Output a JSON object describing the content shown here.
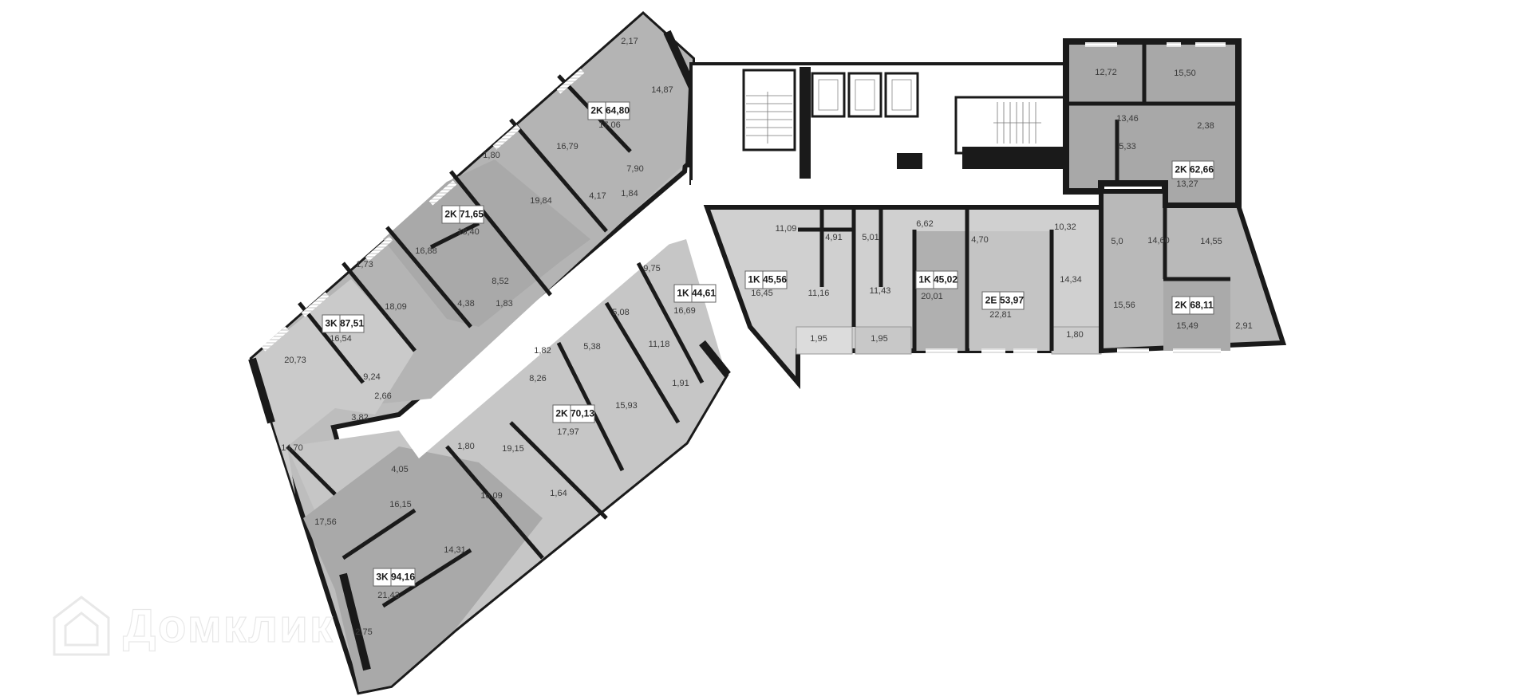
{
  "plan": {
    "colors": {
      "wall": "#1a1a1a",
      "room_dark": "#a8a8a8",
      "room_mid": "#b8b8b8",
      "room_light": "#d2d2d2",
      "corridor": "#ffffff",
      "window": "#f2f2f2"
    },
    "apartments": [
      {
        "type": "2K",
        "area": "64,80",
        "rooms": [
          "17,06",
          "14,87",
          "16,79",
          "7,90",
          "4,17",
          "1,84",
          "2,17"
        ]
      },
      {
        "type": "2K",
        "area": "71,65",
        "rooms": [
          "18,40",
          "19,84",
          "16,88",
          "8,52",
          "4,38",
          "1,83",
          "1,80"
        ]
      },
      {
        "type": "3K",
        "area": "87,51",
        "rooms": [
          "16,54",
          "20,73",
          "18,09",
          "14,70",
          "9,24",
          "3,82",
          "2,66",
          "1,73"
        ]
      },
      {
        "type": "1K",
        "area": "44,61",
        "rooms": [
          "16,69",
          "11,18",
          "9,75",
          "5,08",
          "1,91"
        ]
      },
      {
        "type": "2K",
        "area": "70,13",
        "rooms": [
          "17,97",
          "15,93",
          "19,15",
          "8,26",
          "5,38",
          "1,64",
          "1,82",
          "1,80"
        ]
      },
      {
        "type": "3K",
        "area": "94,16",
        "rooms": [
          "21,43",
          "17,56",
          "16,15",
          "16,09",
          "14,31",
          "4,05",
          "2,75"
        ]
      },
      {
        "type": "1K",
        "area": "45,56",
        "rooms": [
          "16,45",
          "11,16",
          "11,09",
          "4,91",
          "1,95"
        ]
      },
      {
        "type": "1K",
        "area": "45,02",
        "rooms": [
          "20,01",
          "11,43",
          "6,62",
          "5,01",
          "1,95"
        ]
      },
      {
        "type": "2E",
        "area": "53,97",
        "rooms": [
          "22,81",
          "14,34",
          "10,32",
          "4,70",
          "1,80"
        ]
      },
      {
        "type": "2K",
        "area": "62,66",
        "rooms": [
          "13,27",
          "12,72",
          "15,50",
          "13,46",
          "5,33",
          "2,38"
        ]
      },
      {
        "type": "2K",
        "area": "68,11",
        "rooms": [
          "15,49",
          "15,56",
          "14,55",
          "14,60",
          "5,0",
          "2,91"
        ]
      }
    ],
    "core": {
      "elevators": 3,
      "stairs": 2
    }
  },
  "watermark": {
    "text": "Домклик",
    "icon": "house-logo-icon"
  }
}
